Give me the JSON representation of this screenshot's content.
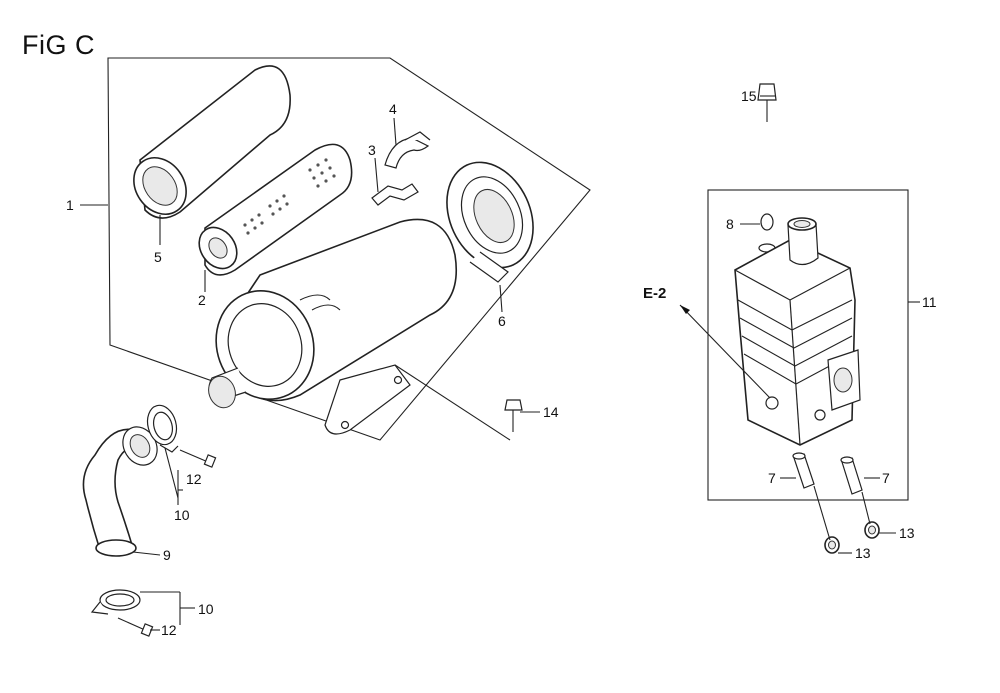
{
  "figure": {
    "title": "FiG C"
  },
  "reference": {
    "label": "E-2"
  },
  "callouts": [
    {
      "id": "c1",
      "text": "1"
    },
    {
      "id": "c2",
      "text": "2"
    },
    {
      "id": "c3",
      "text": "3"
    },
    {
      "id": "c4",
      "text": "4"
    },
    {
      "id": "c5",
      "text": "5"
    },
    {
      "id": "c6",
      "text": "6"
    },
    {
      "id": "c7a",
      "text": "7"
    },
    {
      "id": "c7b",
      "text": "7"
    },
    {
      "id": "c8",
      "text": "8"
    },
    {
      "id": "c9",
      "text": "9"
    },
    {
      "id": "c10a",
      "text": "10"
    },
    {
      "id": "c10b",
      "text": "10"
    },
    {
      "id": "c11",
      "text": "11"
    },
    {
      "id": "c12a",
      "text": "12"
    },
    {
      "id": "c12b",
      "text": "12"
    },
    {
      "id": "c13a",
      "text": "13"
    },
    {
      "id": "c13b",
      "text": "13"
    },
    {
      "id": "c14",
      "text": "14"
    },
    {
      "id": "c15",
      "text": "15"
    }
  ]
}
